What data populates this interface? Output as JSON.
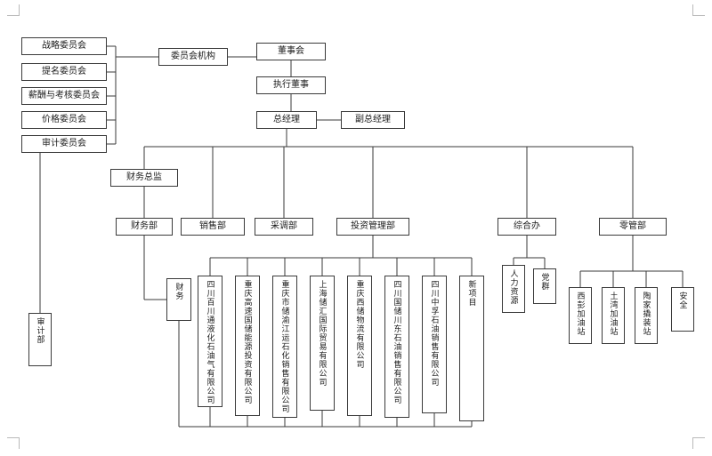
{
  "nodes": {
    "strategy_committee": "战略委员会",
    "nomination_committee": "提名委员会",
    "compensation_committee": "薪酬与考核委员会",
    "price_committee": "价格委员会",
    "audit_committee": "审计委员会",
    "committee_org": "委员会机构",
    "board": "董事会",
    "exec_director": "执行董事",
    "general_manager": "总经理",
    "deputy_gm": "副总经理",
    "cfo": "财务总监",
    "finance_dept": "财务部",
    "sales_dept": "销售部",
    "procurement_dept": "采调部",
    "investment_dept": "投资管理部",
    "general_office": "综合办",
    "retail_dept": "零管部",
    "audit_dept": "审计部",
    "finance": "财务",
    "sub_sichuan_baichuantong": "四川百川通液化石油气有限公司",
    "sub_chongqing_gaosu": "重庆高速国储能源投资有限公司",
    "sub_chongqing_chuyu": "重庆市储渝江运石化销售有限公司",
    "sub_shanghai_chuhui": "上海储汇国际贸易有限公司",
    "sub_chongqing_xichu": "重庆西储物流有限公司",
    "sub_sichuan_guochu": "四川国储川东石油销售有限公司",
    "sub_sichuan_zhongfu": "四川中孚石油销售有限公司",
    "new_project": "新项目",
    "hr": "人力资源",
    "party_group": "党群",
    "station_xipeng": "西彭加油站",
    "station_tuwan": "土湾加油站",
    "station_taojia": "陶家撬装站",
    "safety": "安全"
  },
  "style": {
    "line_color": "#3a3a3a"
  }
}
